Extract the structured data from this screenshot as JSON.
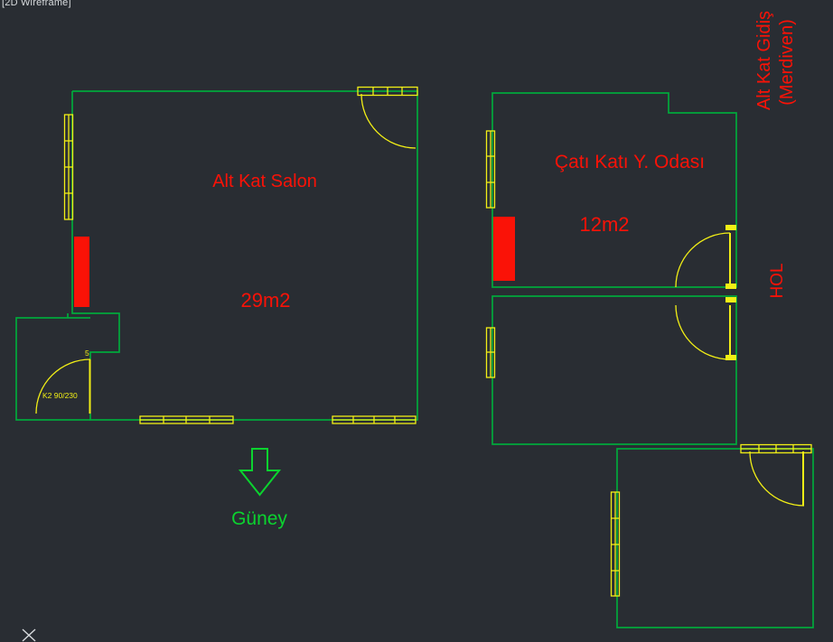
{
  "viewport": {
    "label": "[2D Wireframe]"
  },
  "plan_left": {
    "room_name": "Alt Kat Salon",
    "room_area": "29m2",
    "door_tag": "K2 90/230",
    "door_mark": "5",
    "compass_label": "Güney"
  },
  "plan_right": {
    "room_name": "Çatı Katı Y. Odası",
    "room_area": "12m2",
    "stairs_line1": "Alt Kat Gidiş",
    "stairs_line2": "(Merdiven)",
    "hall_label": "HOL"
  },
  "colors": {
    "background": "#292d33",
    "wall_green": "#00a83c",
    "bright_green": "#0bd32f",
    "window_yellow": "#f2ef16",
    "annotation_red": "#fa1207",
    "ui_text": "#d8dbde"
  }
}
